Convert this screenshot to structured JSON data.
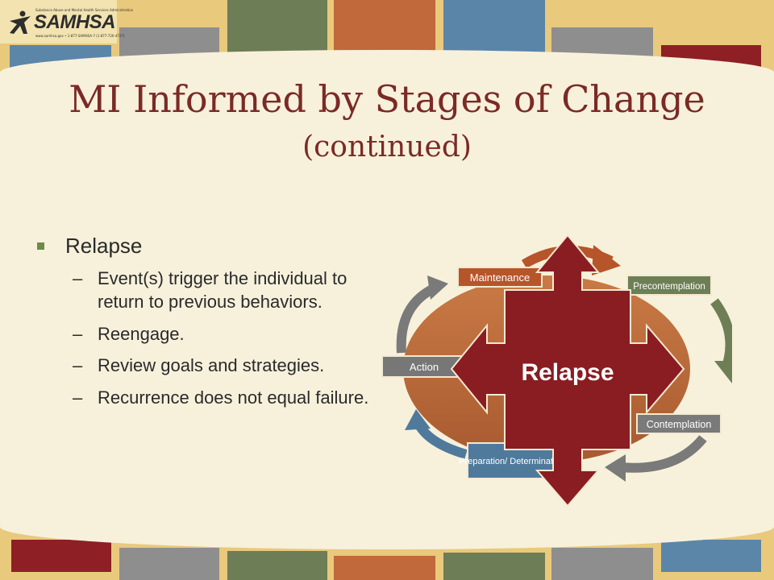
{
  "logo": {
    "name": "SAMHSA",
    "tagline": "Substance Abuse and Mental Health Services Administration",
    "url": "www.samhsa.gov • 1-877-SAMHSA-7 (1-877-726-4727)"
  },
  "title": {
    "main": "MI Informed by Stages of Change",
    "sub": "(continued)"
  },
  "bullet": {
    "label": "Relapse",
    "subitems": [
      "Event(s) trigger the individual to return to previous behaviors.",
      "Reengage.",
      "Review goals and strategies.",
      "Recurrence does not equal failure."
    ]
  },
  "diagram": {
    "center_label": "Relapse",
    "stages": {
      "maintenance": "Maintenance",
      "precontemplation": "Precontemplation",
      "contemplation": "Contemplation",
      "preparation": "Preparation/ Determination",
      "action": "Action"
    }
  },
  "colors": {
    "title": "#7b2a26",
    "relapse": "#8a1d22",
    "ellipse": "#b86a3a",
    "bullet": "#6f8a4a",
    "arrow_orange": "#b7552a",
    "arrow_green": "#6e7e55",
    "arrow_gray": "#7a7a7a",
    "arrow_blue": "#4f7a9c"
  }
}
